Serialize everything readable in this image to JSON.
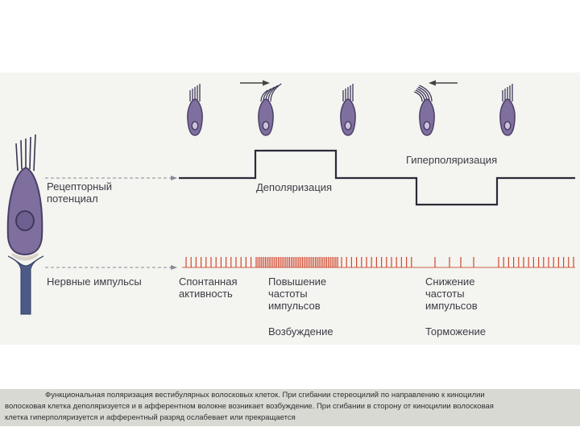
{
  "labels": {
    "receptor_potential": "Рецепторный\nпотенциал",
    "nerve_impulses": "Нервные импульсы",
    "depolarization": "Деполяризация",
    "hyperpolarization": "Гиперполяризация",
    "spontaneous": "Спонтанная\nактивность",
    "increase": "Повышение\nчастоты\nимпульсов",
    "decrease": "Снижение\nчастоты\nимпульсов",
    "excitation": "Возбуждение",
    "inhibition": "Торможение"
  },
  "caption": {
    "line1": "Функциональная поляризация вестибулярных волосковых клеток. При сгибании стереоцилий по направлению к киноцилии",
    "line2": "волосковая клетка деполяризуется и в афферентном волокне возникает возбуждение. При сгибании в сторону от киноцилии волосковая",
    "line3": "клетка гиперполяризуется и афферентный разряд ослабевает или прекращается"
  },
  "colors": {
    "cell_fill": "#7f6f9e",
    "cell_dark": "#4a3f66",
    "nerve": "#4b5a86",
    "spike": "#d0472e",
    "trace": "#2b2b38",
    "dashed": "#8a8a96"
  },
  "icons": [
    "arrow-right-icon",
    "arrow-left-icon"
  ]
}
